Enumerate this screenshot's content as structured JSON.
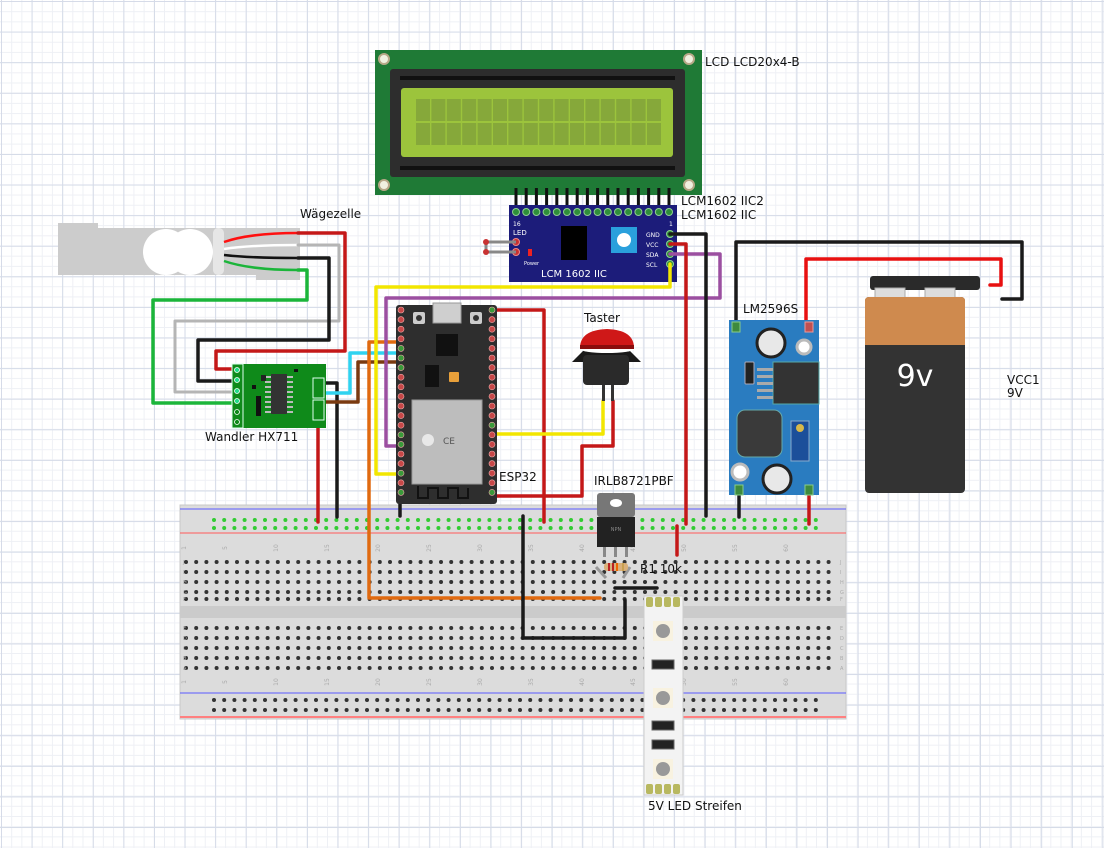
{
  "labels": {
    "lcd": "LCD LCD20x4-B",
    "i2c_title_1": "LCM1602 IIC2",
    "i2c_title_2": "LCM1602 IIC",
    "i2c_board_text": "LCM 1602 IIC",
    "i2c_pin_16": "16",
    "i2c_pin_1": "1",
    "i2c_led": "LED",
    "i2c_power": "Power",
    "i2c_gnd": "GND",
    "i2c_vcc": "VCC",
    "i2c_sda": "SDA",
    "i2c_scl": "SCL",
    "load_cell": "Wägezelle",
    "hx711": "Wandler HX711",
    "esp32": "ESP32",
    "button": "Taster",
    "regulator": "LM2596S",
    "battery_face": "9v",
    "battery_name": "VCC1",
    "battery_value": "9V",
    "mosfet": "IRLB8721PBF",
    "mosfet_face": "NPN",
    "resistor": "R1 10k",
    "led_strip": "5V LED Streifen",
    "breadboard_cols": [
      "1",
      "5",
      "10",
      "15",
      "20",
      "25",
      "30",
      "35",
      "40",
      "45",
      "50",
      "55",
      "60"
    ],
    "breadboard_rows_top": [
      "J",
      "I",
      "H",
      "G",
      "F"
    ],
    "breadboard_rows_bottom": [
      "E",
      "D",
      "C",
      "B",
      "A"
    ]
  },
  "colors": {
    "wire_red": "#c41818",
    "wire_black": "#1a1a1a",
    "wire_green": "#1bb53a",
    "wire_white": "#b5b5b5",
    "wire_yellow": "#f2e600",
    "wire_purple": "#9b4fa0",
    "wire_cyan": "#2fd3f0",
    "wire_brown": "#7a3a10",
    "wire_orange": "#e06a10",
    "lcd_board": "#1f7a36",
    "lcd_screen": "#9cc43c",
    "i2c_board": "#1c1c7a",
    "esp_board": "#2e2e2e",
    "regulator_board": "#2a7cc0",
    "battery_top": "#cf8a4e",
    "battery_body": "#333333"
  }
}
